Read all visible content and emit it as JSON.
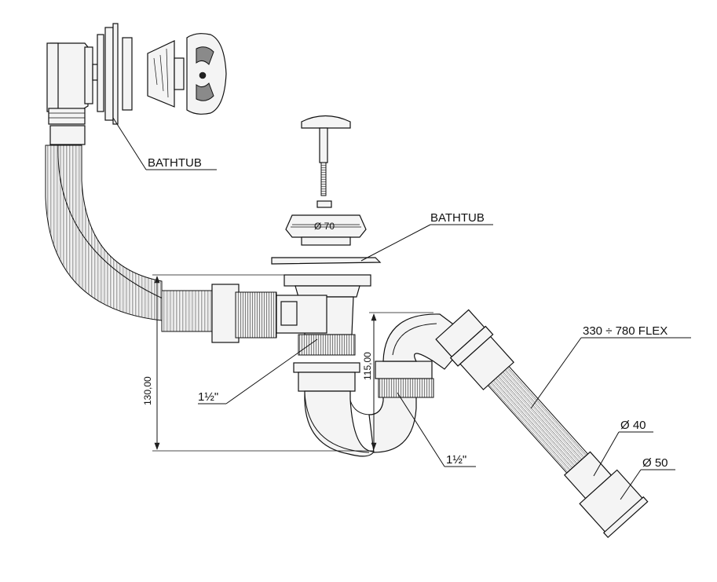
{
  "labels": {
    "bathtub_top": "BATHTUB",
    "bathtub_mid": "BATHTUB",
    "diameter_70": "Ø 70",
    "flex_length": "330 ÷ 780 FLEX",
    "diameter_40": "Ø 40",
    "diameter_50": "Ø 50",
    "thread_left": "1½\"",
    "thread_right": "1½\"",
    "height_130": "130,00",
    "height_115": "115,00"
  },
  "colors": {
    "line": "#111111",
    "shade_dark": "#8a8a8a",
    "shade_light": "#f4f4f4"
  }
}
